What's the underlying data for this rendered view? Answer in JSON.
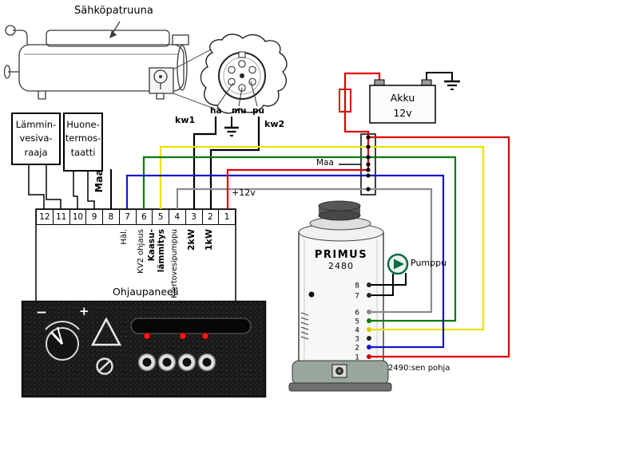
{
  "diagram": {
    "heater_label": "Sähköpatruuna",
    "kw1": "kw1",
    "kw2": "kw2",
    "pins": {
      "ha": "ha",
      "mu": "mu",
      "pu": "pu"
    },
    "varaaja_lines": [
      "Lämmin-",
      "vesiva-",
      "raaja"
    ],
    "termostaatti_lines": [
      "Huone-",
      "termos-",
      "taatti"
    ],
    "maa_strip": "Maa",
    "plus12v": "+12v",
    "maa_junction": "Maa",
    "battery": {
      "line1": "Akku",
      "line2": "12v"
    },
    "boiler": {
      "name": "PRIMUS",
      "model": "2480",
      "terminals": [
        "8",
        "7",
        "6",
        "5",
        "4",
        "3",
        "2",
        "1"
      ],
      "bottom_note": "2490:sen pohja"
    },
    "pump_label": "Pumppu",
    "panel": {
      "title": "Ohjaupaneeli",
      "knob_minus": "−",
      "knob_plus": "+"
    },
    "strip": {
      "numbers": [
        "12",
        "11",
        "10",
        "9",
        "8",
        "7",
        "6",
        "5",
        "4",
        "3",
        "2",
        "1"
      ],
      "labels": {
        "hal": "Häl.",
        "kv2": "KV2 ohjaus",
        "kaasu1": "Kaasu-",
        "kaasu2": "lämmitys",
        "kierto": "Kiertovesipumppu",
        "label_2kw": "2kW",
        "label_1kw": "1kW"
      }
    },
    "wire_colors": {
      "red": "#e00000",
      "yellow": "#f0e000",
      "green": "#0b7a0b",
      "blue": "#1414cc",
      "gray": "#8c8c8c",
      "black": "#000000"
    }
  }
}
